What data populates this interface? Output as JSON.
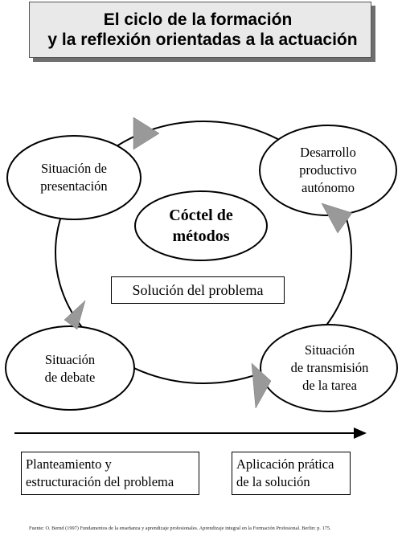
{
  "title": {
    "line1": "El ciclo de la formación",
    "line2": "y la reflexión orientadas a la actuación"
  },
  "nodes": {
    "top_left": {
      "line1": "Situación de",
      "line2": "presentación"
    },
    "top_right": {
      "line1": "Desarrollo",
      "line2": "productivo",
      "line3": "autónomo"
    },
    "bottom_left": {
      "line1": "Situación",
      "line2": "de debate"
    },
    "bottom_right": {
      "line1": "Situación",
      "line2": "de transmisión",
      "line3": "de la tarea"
    }
  },
  "center": {
    "line1": "Cóctel de",
    "line2": "métodos"
  },
  "solution_label": "Solución del problema",
  "bottom_boxes": {
    "left": {
      "line1": "Planteamiento y",
      "line2": "estructuración del problema"
    },
    "right": {
      "line1": "Aplicación prática",
      "line2": "de la solución"
    }
  },
  "source": "Fuente: O. Bernd (1997) Fundamentos de la enseñanza y aprendizaje profesionales. Aprendizaje integral en la Formación Profesional. Berlin: p. 175.",
  "colors": {
    "arrowhead_fill": "#999999",
    "title_background": "#e9e9e9",
    "title_shadow": "#6e6e6e"
  }
}
